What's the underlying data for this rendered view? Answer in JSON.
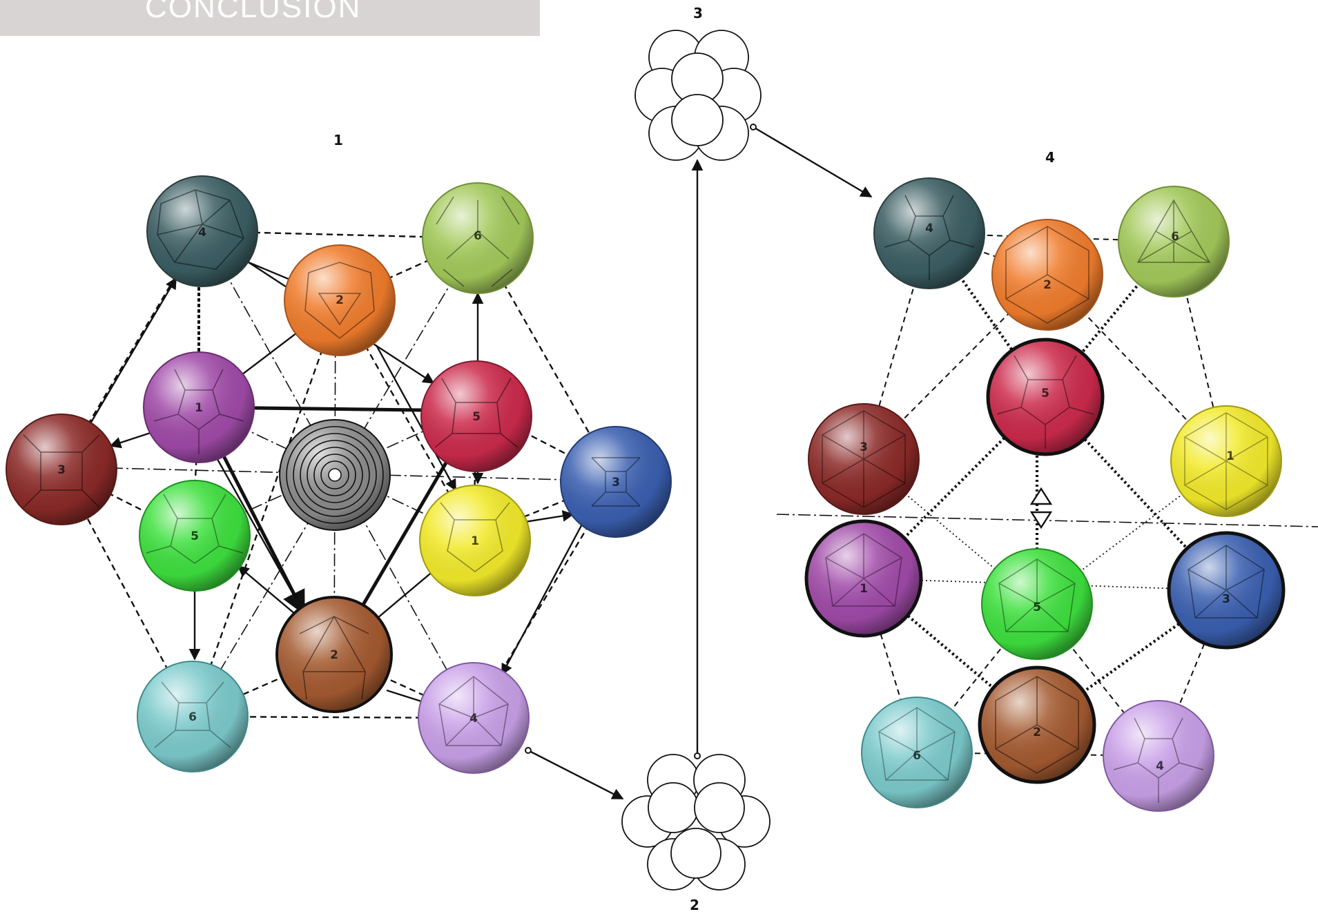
{
  "header": {
    "title": "CONCLUSION"
  },
  "panels": {
    "p1": {
      "label": "1"
    },
    "p2": {
      "label": "2"
    },
    "p3": {
      "label": "3"
    },
    "p4": {
      "label": "4"
    }
  },
  "colors": {
    "background": "#ffffff",
    "header_tab": "#d8d4d4",
    "dark_teal": "#3b5e63",
    "orange": "#f07c2c",
    "lime": "#a3c95a",
    "purple": "#a04aa8",
    "crimson": "#cc2a4c",
    "maroon": "#8b2a28",
    "blue": "#3a5fb0",
    "green": "#3ee03e",
    "yellow": "#f2ea2a",
    "brown": "#a45a30",
    "cyan": "#7ccacc",
    "lavender": "#c9a0e8",
    "grey_center": "#8a8a8a"
  },
  "figure1": {
    "balls": [
      {
        "id": "f1-ball-4-teal",
        "label": "4",
        "color": "#3b5e63"
      },
      {
        "id": "f1-ball-6-lime",
        "label": "6",
        "color": "#a3c95a"
      },
      {
        "id": "f1-ball-2-orange",
        "label": "2",
        "color": "#f07c2c"
      },
      {
        "id": "f1-ball-1-purple",
        "label": "1",
        "color": "#a04aa8"
      },
      {
        "id": "f1-ball-5-crimson",
        "label": "5",
        "color": "#cc2a4c"
      },
      {
        "id": "f1-ball-3-maroon",
        "label": "3",
        "color": "#8b2a28"
      },
      {
        "id": "f1-ball-center",
        "label": "",
        "color": "#8a8a8a"
      },
      {
        "id": "f1-ball-3-blue",
        "label": "3",
        "color": "#3a5fb0"
      },
      {
        "id": "f1-ball-5-green",
        "label": "5",
        "color": "#3ee03e"
      },
      {
        "id": "f1-ball-1-yellow",
        "label": "1",
        "color": "#f2ea2a"
      },
      {
        "id": "f1-ball-2-brown",
        "label": "2",
        "color": "#a45a30"
      },
      {
        "id": "f1-ball-6-cyan",
        "label": "6",
        "color": "#7ccacc"
      },
      {
        "id": "f1-ball-4-lavender",
        "label": "4",
        "color": "#c9a0e8"
      }
    ]
  },
  "figure4": {
    "balls": [
      {
        "id": "f4-ball-4-teal",
        "label": "4",
        "color": "#3b5e63"
      },
      {
        "id": "f4-ball-2-orange",
        "label": "2",
        "color": "#f07c2c"
      },
      {
        "id": "f4-ball-6-lime",
        "label": "6",
        "color": "#a3c95a"
      },
      {
        "id": "f4-ball-5-crimson",
        "label": "5",
        "color": "#cc2a4c"
      },
      {
        "id": "f4-ball-3-maroon",
        "label": "3",
        "color": "#8b2a28"
      },
      {
        "id": "f4-ball-1-yellow",
        "label": "1",
        "color": "#f2ea2a"
      },
      {
        "id": "f4-ball-1-purple",
        "label": "1",
        "color": "#a04aa8"
      },
      {
        "id": "f4-ball-5-green",
        "label": "5",
        "color": "#3ee03e"
      },
      {
        "id": "f4-ball-3-blue",
        "label": "3",
        "color": "#3a5fb0"
      },
      {
        "id": "f4-ball-2-brown",
        "label": "2",
        "color": "#a45a30"
      },
      {
        "id": "f4-ball-6-cyan",
        "label": "6",
        "color": "#7ccacc"
      },
      {
        "id": "f4-ball-4-lavender",
        "label": "4",
        "color": "#c9a0e8"
      }
    ]
  }
}
